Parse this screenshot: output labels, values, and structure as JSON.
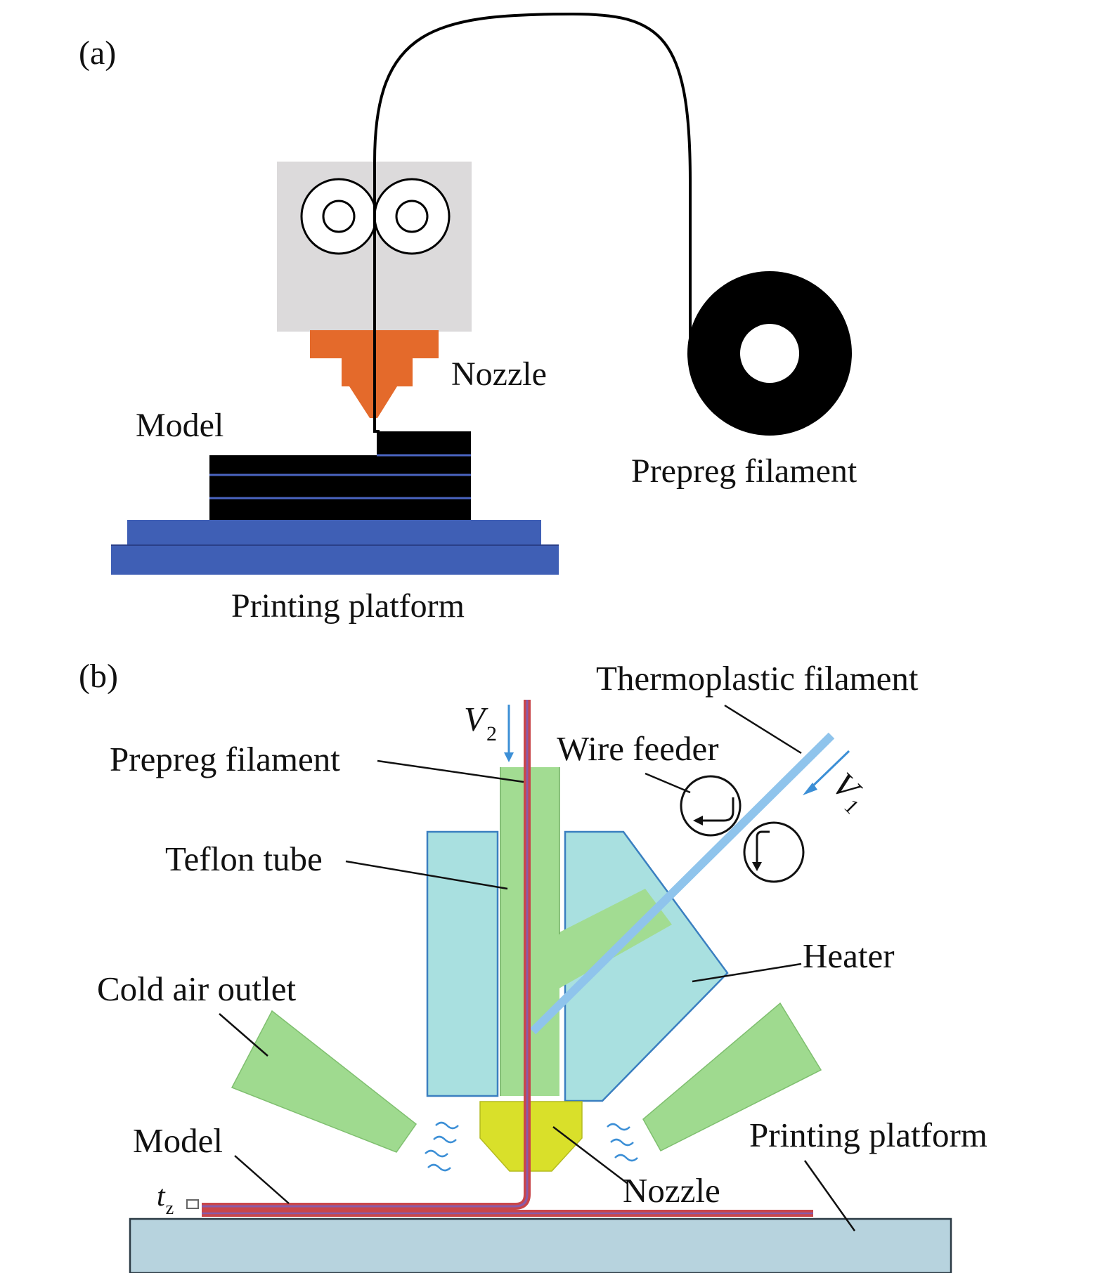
{
  "panel_a": {
    "tag": "(a)",
    "labels": {
      "nozzle": "Nozzle",
      "model": "Model",
      "prepreg_filament": "Prepreg filament",
      "printing_platform": "Printing platform"
    }
  },
  "panel_b": {
    "tag": "(b)",
    "labels": {
      "thermoplastic_filament": "Thermoplastic filament",
      "v2_symbol": "V",
      "v2_sub": "2",
      "v1_symbol": "V",
      "v1_sub": "1",
      "prepreg_filament": "Prepreg filament",
      "wire_feeder": "Wire feeder",
      "teflon_tube": "Teflon tube",
      "heater": "Heater",
      "cold_air_outlet": "Cold air outlet",
      "model": "Model",
      "printing_platform": "Printing platform",
      "nozzle": "Nozzle",
      "tz_symbol": "t",
      "tz_sub": "z"
    }
  },
  "colors": {
    "print_head_box": "#dcdadb",
    "nozzle_orange": "#e46a2b",
    "model_black": "#000000",
    "model_layer_line": "#4a64c0",
    "platform_blue": "#3f5fb5",
    "heater_block": "#a9e0e0",
    "heater_border": "#3a7fc0",
    "teflon_green": "#a2dc92",
    "air_outlet_green": "#9fda8f",
    "nozzle_yellow": "#d9e02a",
    "prepreg_red": "#c9464a",
    "prepreg_purple": "#8a5aa8",
    "thermoplastic_blue": "#8fc4ec",
    "platform_light": "#b7d3de",
    "arrow_blue": "#3c8fd6"
  }
}
